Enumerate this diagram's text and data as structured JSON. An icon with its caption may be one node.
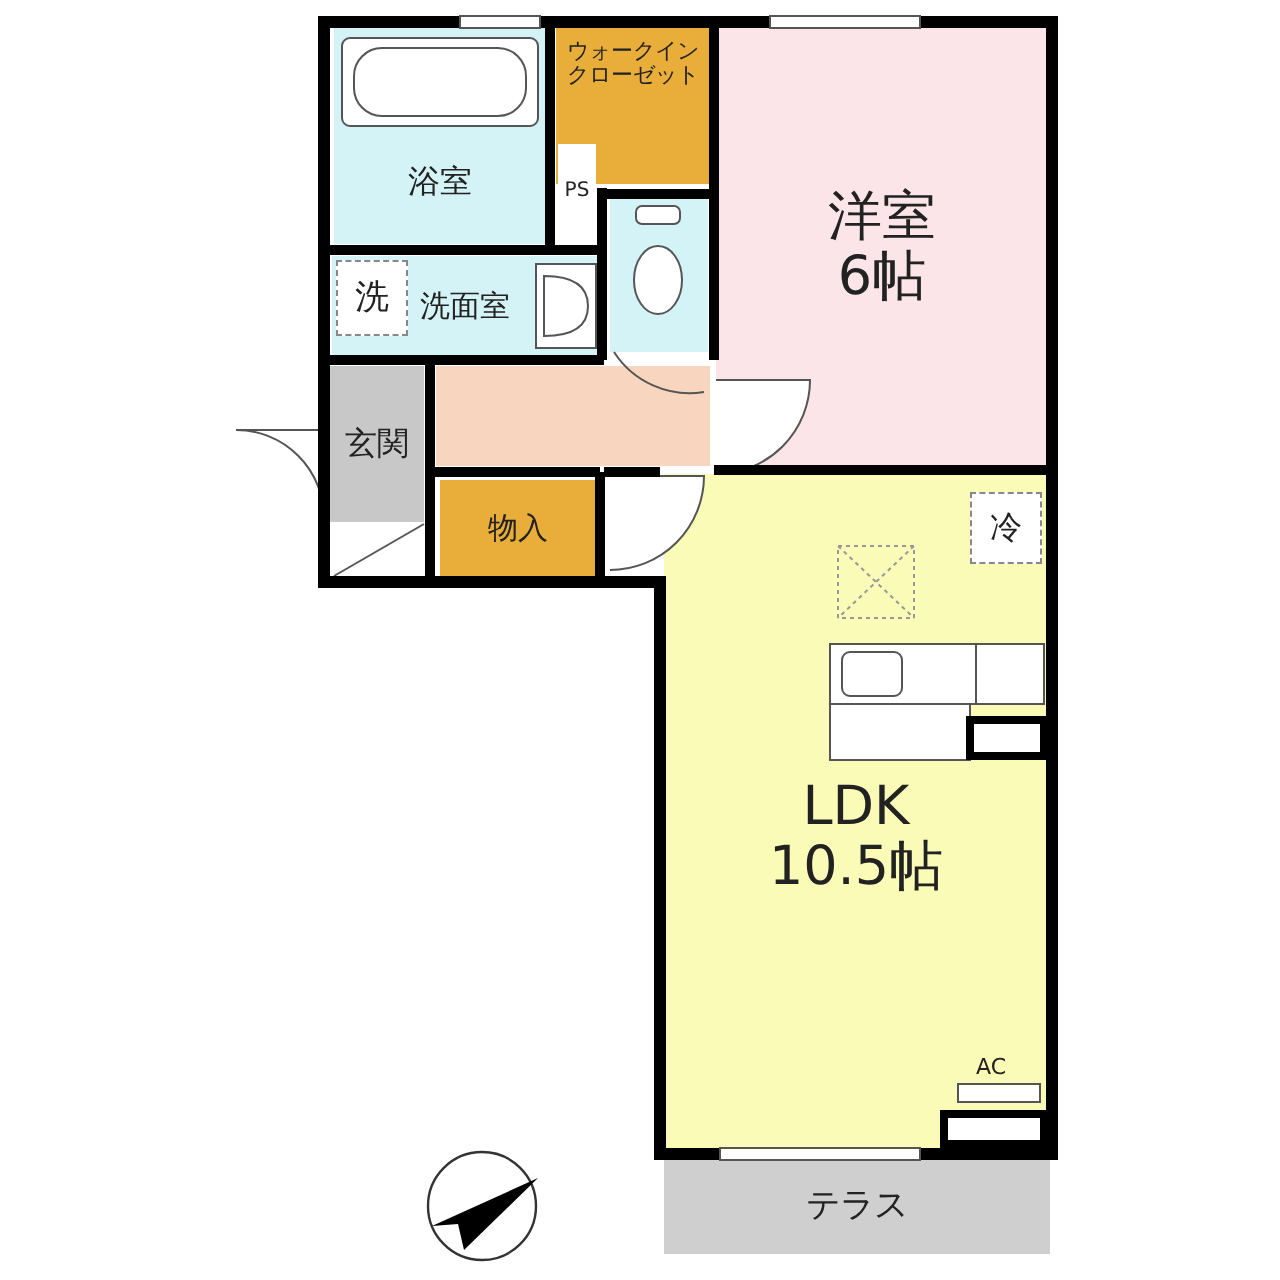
{
  "diagram": {
    "nodes": [
      {
        "text": [
          "浴室"
        ]
      },
      {
        "text": [
          "ウォークインクローゼット"
        ]
      },
      {
        "text": [
          "PS"
        ]
      },
      {
        "text": [
          "洋室",
          "6帖"
        ]
      },
      {
        "text": [],
        "shape": "box"
      },
      {
        "text": [
          "洗面室"
        ]
      },
      {
        "text": [
          "洗"
        ],
        "in": 5
      },
      {
        "text": [],
        "shape": "box"
      },
      {
        "text": [
          "玄関"
        ]
      },
      {
        "text": [
          "物入"
        ]
      },
      {
        "text": [
          "LDK",
          "10.5帖"
        ]
      },
      {
        "text": [
          "冷"
        ],
        "in": 10
      },
      {
        "text": [
          "テラス"
        ]
      }
    ],
    "labels": [
      "AC"
    ]
  }
}
